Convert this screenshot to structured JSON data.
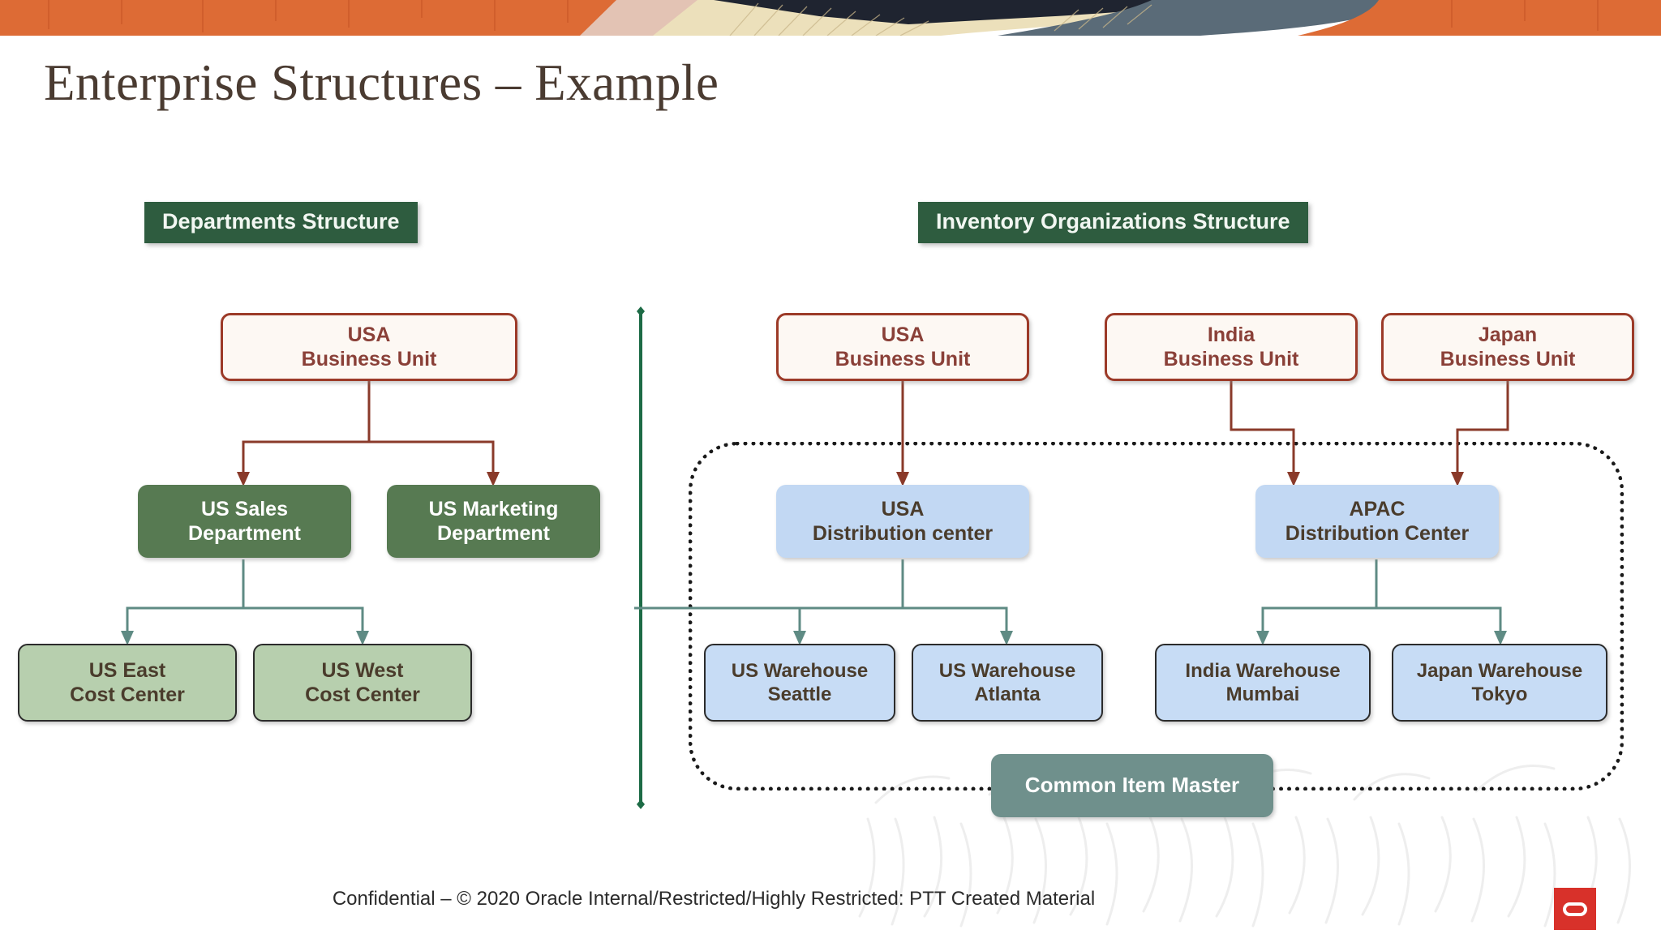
{
  "slide": {
    "title": "Enterprise Structures – Example",
    "footer": "Confidential – © 2020 Oracle Internal/Restricted/Highly Restricted: PTT Created Material",
    "logo_name": "oracle-logo"
  },
  "colors": {
    "header_green": "#2e5c3f",
    "business_unit_border": "#9c3a28",
    "business_unit_fill": "#fdf8f3",
    "department_fill": "#577a52",
    "cost_center_fill": "#b7cfae",
    "distribution_center_fill": "#c2d8f3",
    "warehouse_fill": "#c7dcf5",
    "common_item_master_fill": "#6f908c",
    "title_text": "#4a3b31",
    "divider_green": "#1d6b46",
    "connector_red": "#8a3a2a",
    "connector_teal": "#5f8b84",
    "oracle_red": "#d8312a",
    "banner_orange": "#dd6b35",
    "banner_slate": "#5a6b78",
    "banner_cream": "#ece0bb",
    "banner_dark": "#1f2430",
    "banner_blush": "#e3c3b4"
  },
  "departments_section": {
    "header": "Departments Structure",
    "nodes": {
      "business_unit": {
        "line1": "USA",
        "line2": "Business Unit"
      },
      "sales_dept": {
        "line1": "US Sales",
        "line2": "Department"
      },
      "marketing_dept": {
        "line1": "US Marketing",
        "line2": "Department"
      },
      "east_cost_center": {
        "line1": "US East",
        "line2": "Cost Center"
      },
      "west_cost_center": {
        "line1": "US West",
        "line2": "Cost Center"
      }
    }
  },
  "inventory_section": {
    "header": "Inventory Organizations Structure",
    "nodes": {
      "usa_business_unit": {
        "line1": "USA",
        "line2": "Business Unit"
      },
      "india_business_unit": {
        "line1": "India",
        "line2": "Business Unit"
      },
      "japan_business_unit": {
        "line1": "Japan",
        "line2": "Business Unit"
      },
      "usa_distribution_center": {
        "line1": "USA",
        "line2": "Distribution center"
      },
      "apac_distribution_center": {
        "line1": "APAC",
        "line2": "Distribution Center"
      },
      "us_warehouse_seattle": {
        "line1": "US Warehouse",
        "line2": "Seattle"
      },
      "us_warehouse_atlanta": {
        "line1": "US Warehouse",
        "line2": "Atlanta"
      },
      "india_warehouse_mumbai": {
        "line1": "India Warehouse",
        "line2": "Mumbai"
      },
      "japan_warehouse_tokyo": {
        "line1": "Japan Warehouse",
        "line2": "Tokyo"
      },
      "common_item_master": {
        "line1": "Common Item Master",
        "line2": ""
      }
    }
  }
}
